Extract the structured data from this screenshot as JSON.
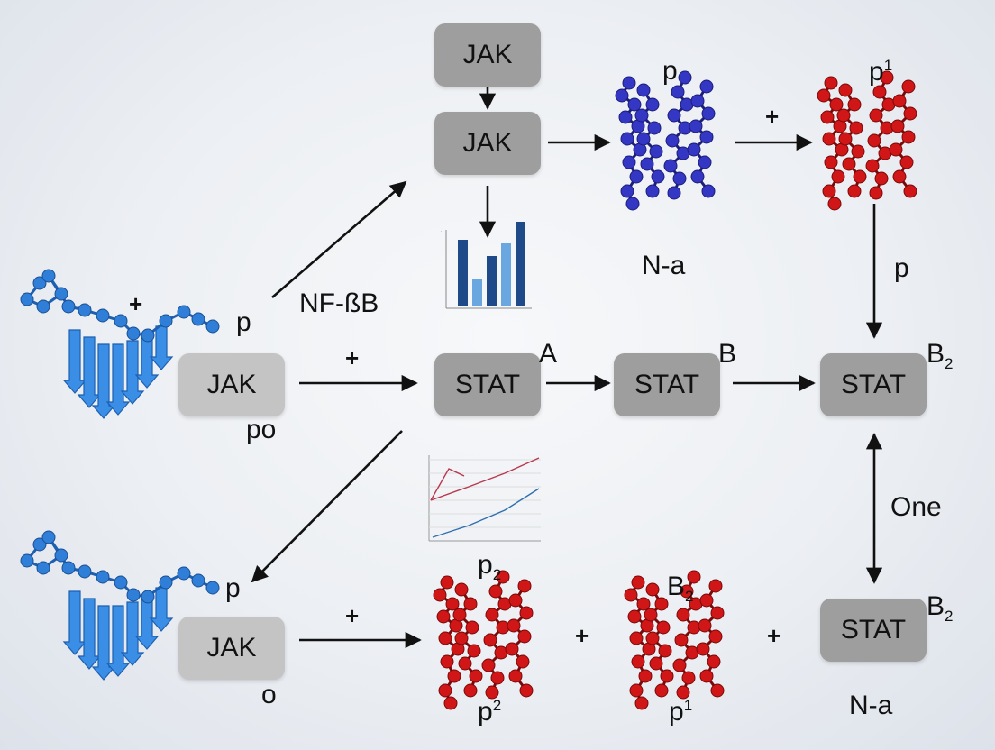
{
  "nodes": {
    "jak_top": "JAK",
    "jak_mid_top": "JAK",
    "jak_left": "JAK",
    "jak_bottom": "JAK",
    "stat_a": "STAT",
    "stat_b": "STAT",
    "stat_b2_right": "STAT",
    "stat_b2_bottom": "STAT"
  },
  "labels": {
    "p_blue_cluster": "p",
    "p1_red_top_base": "p",
    "p1_red_top_sup": "1",
    "n_a_top": "N-a",
    "p_right_arrow": "p",
    "nf_bb": "NF-ßB",
    "p_left_top": "p",
    "po": "po",
    "a": "A",
    "b": "B",
    "b2_right_base": "B",
    "b2_right_sub": "2",
    "one": "One",
    "p2_chart_base": "p",
    "p2_chart_sub": "2",
    "b2_mid_base": "B",
    "b2_mid_sub": "2",
    "b2_bottom_right_base": "B",
    "b2_bottom_right_sub": "2",
    "p_left_bottom": "p",
    "o": "o",
    "p2_bottom_base": "p",
    "p2_bottom_sup": "2",
    "p1_bottom_base": "p",
    "p1_bottom_sup": "1",
    "n_a_bottom": "N-a"
  },
  "plus_signs": [
    "+",
    "+",
    "+",
    "+",
    "+",
    "+"
  ],
  "colors": {
    "node": "#9e9e9e",
    "node_light": "#c4c4c4",
    "protein_blue": "#2f7fd9",
    "stat_blue": "#2a2fb5",
    "stat_red": "#cc1010"
  }
}
